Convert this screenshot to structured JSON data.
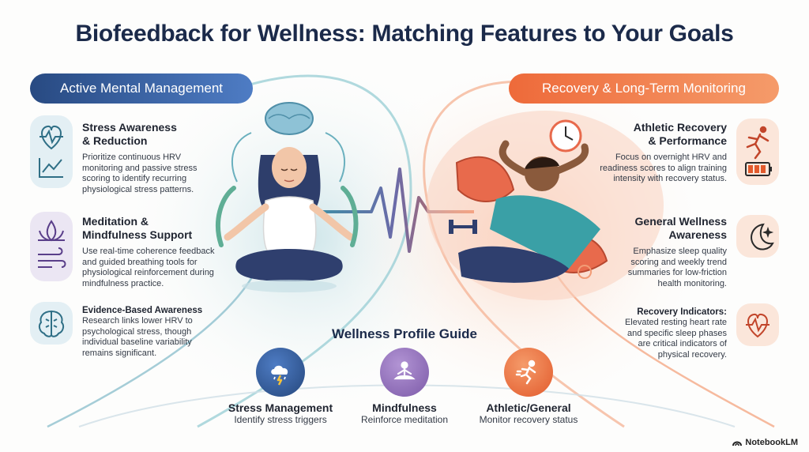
{
  "title": "Biofeedback for Wellness: Matching Features to Your Goals",
  "left_header": "Active Mental Management",
  "right_header": "Recovery & Long-Term Monitoring",
  "left_sections": [
    {
      "title_line1": "Stress Awareness",
      "title_line2": "& Reduction",
      "lines": [
        "Prioritize continuous HRV",
        "monitoring and passive stress",
        "scoring to identify recurring",
        "physiological stress patterns."
      ],
      "icons": [
        "heart-pulse-icon",
        "trend-chart-icon"
      ]
    },
    {
      "title_line1": "Meditation &",
      "title_line2": "Mindfulness Support",
      "lines": [
        "Use real-time coherence feedback",
        "and guided breathing tools for",
        "physiological reinforcement during",
        "mindfulness practice."
      ],
      "icons": [
        "lotus-icon",
        "breath-wind-icon"
      ]
    },
    {
      "title_line1": "Evidence-Based Awareness",
      "lines": [
        "Research links lower HRV to",
        "psychological stress, though",
        "individual baseline variability",
        "remains significant."
      ],
      "icons": [
        "brain-icon"
      ]
    }
  ],
  "right_sections": [
    {
      "title_line1": "Athletic Recovery",
      "title_line2": "& Performance",
      "lines": [
        "Focus on overnight HRV and",
        "readiness scores to align training",
        "intensity with recovery status."
      ],
      "icons": [
        "runner-icon",
        "battery-icon"
      ]
    },
    {
      "title_line1": "General Wellness",
      "title_line2": "Awareness",
      "lines": [
        "Emphasize sleep quality",
        "scoring and weekly trend",
        "summaries for low-friction",
        "health monitoring."
      ],
      "icons": [
        "moon-stars-icon"
      ]
    },
    {
      "title_line1": "Recovery Indicators:",
      "lines": [
        "Elevated resting heart rate",
        "and specific sleep phases",
        "are critical indicators of",
        "physical recovery."
      ],
      "icons": [
        "heart-pulse-icon"
      ]
    }
  ],
  "guide": {
    "title": "Wellness Profile Guide",
    "profiles": [
      {
        "title": "Stress Management",
        "subtitle": "Identify stress triggers",
        "icon": "storm-cloud-icon"
      },
      {
        "title": "Mindfulness",
        "subtitle": "Reinforce meditation",
        "icon": "meditation-icon"
      },
      {
        "title": "Athletic/General",
        "subtitle": "Monitor recovery status",
        "icon": "runner-icon"
      }
    ]
  },
  "brand": "NotebookLM",
  "colors": {
    "navy": "#1b2a4a",
    "blue": "#284a82",
    "orange": "#ee6a3a",
    "purple": "#7c5aa8",
    "teal": "#5ba8b8"
  }
}
